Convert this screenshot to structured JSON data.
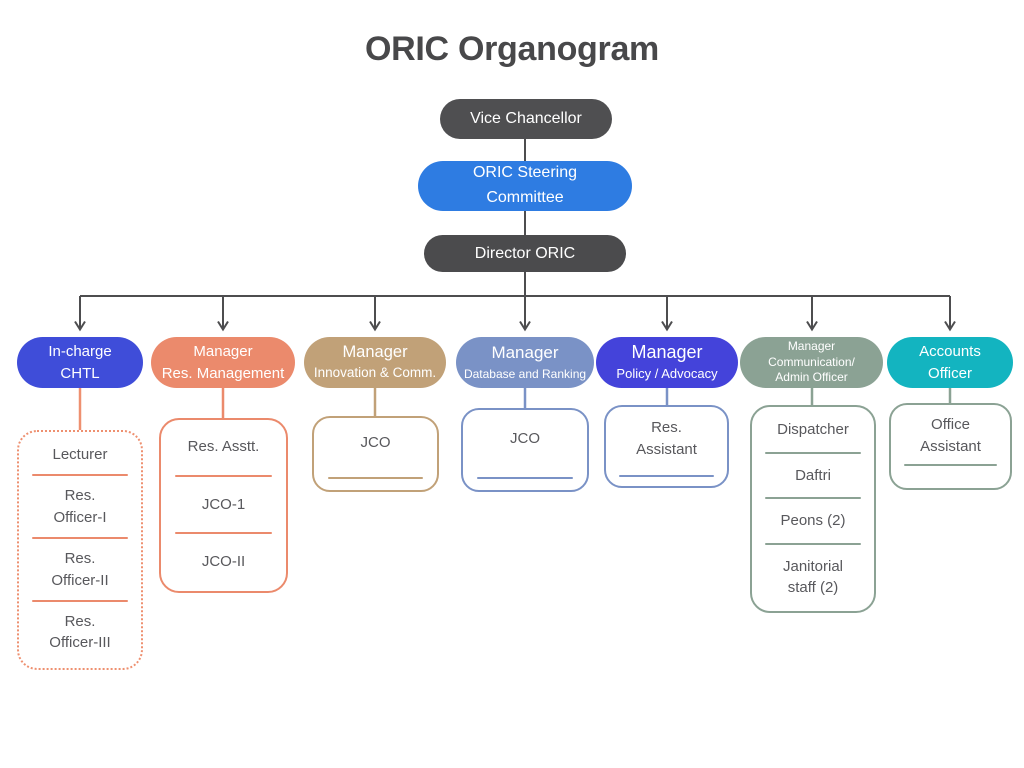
{
  "title": "ORIC Organogram",
  "palette": {
    "connector_gray": "#4d4d4f",
    "dark_pill": "#4f4f51",
    "bright_blue": "#2e7ce2",
    "royal_blue": "#3f4dd9",
    "indigo": "#4443da",
    "salmon": "#eb8a6c",
    "tan": "#c1a178",
    "steel_blue": "#7a92c6",
    "sage": "#8ba294",
    "teal": "#13b4c0",
    "member_text": "#58585c"
  },
  "hierarchy": {
    "vice_chancellor": "Vice Chancellor",
    "steering_lines": [
      "ORIC Steering",
      "Committee"
    ],
    "director": "Director ORIC"
  },
  "branches": [
    {
      "pill_lines": [
        "In-charge",
        "CHTL"
      ],
      "members": [
        "Lecturer",
        "Res.\nOfficer-I",
        "Res.\nOfficer-II",
        "Res.\nOfficer-III"
      ]
    },
    {
      "pill_lines": [
        "Manager",
        "Res. Management"
      ],
      "members": [
        "Res. Asstt.",
        "JCO-1",
        "JCO-II"
      ]
    },
    {
      "pill_lines": [
        "Manager",
        "Innovation & Comm."
      ],
      "members": [
        "JCO"
      ]
    },
    {
      "pill_lines": [
        "Manager",
        "Database and Ranking"
      ],
      "members": [
        "JCO"
      ]
    },
    {
      "pill_lines": [
        "Manager",
        "Policy / Advocacy"
      ],
      "members": [
        "Res.\nAssistant"
      ]
    },
    {
      "pill_lines": [
        "Manager",
        "Communication/",
        "Admin Officer"
      ],
      "members": [
        "Dispatcher",
        "Daftri",
        "Peons (2)",
        "Janitorial\nstaff (2)"
      ]
    },
    {
      "pill_lines": [
        "Accounts",
        "Officer"
      ],
      "members": [
        "Office\nAssistant"
      ]
    }
  ]
}
